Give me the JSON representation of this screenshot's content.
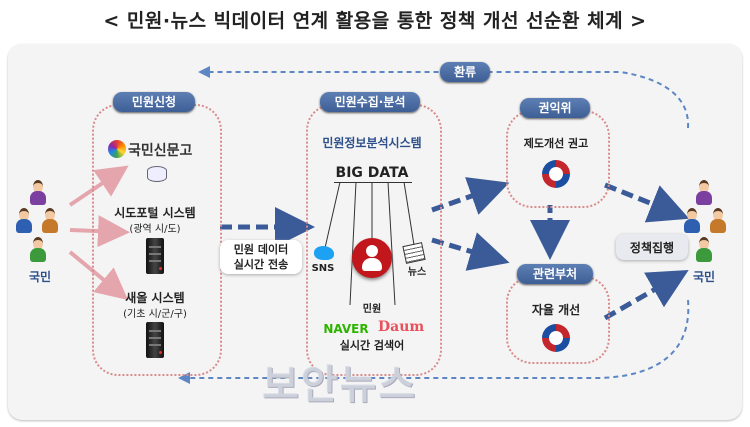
{
  "title": "< 민원·뉴스 빅데이터 연계 활용을 통한 정책 개선 선순환 체계 >",
  "nodes": {
    "feedback": "환류",
    "citizen_left": "국민",
    "citizen_right": "국민",
    "petition_group": "민원신청",
    "sinmungo": "국민신문고",
    "portal": "시도포털 시스템",
    "portal_sub": "(광역 시/도)",
    "saeol": "새올 시스템",
    "saeol_sub": "(기초 시/군/구)",
    "transfer": "민원 데이터\n실시간 전송",
    "collect_group": "민원수집·분석",
    "analysis_system": "민원정보분석시스템",
    "bigdata": "BIG DATA",
    "sns": "SNS",
    "news": "뉴스",
    "minwon": "민원",
    "naver": "NAVER",
    "daum": "Daum",
    "realtime_search": "실시간 검색어",
    "acrc": "권익위",
    "recommend": "제도개선 권고",
    "ministry": "관련부처",
    "self_improve": "자율 개선",
    "policy": "정책집행",
    "watermark": "보안뉴스"
  },
  "colors": {
    "accent_blue": "#3e5f95",
    "arrow_blue": "#3a5b98",
    "dot_red": "#d98a8a",
    "bigdata_red": "#c0161c"
  }
}
